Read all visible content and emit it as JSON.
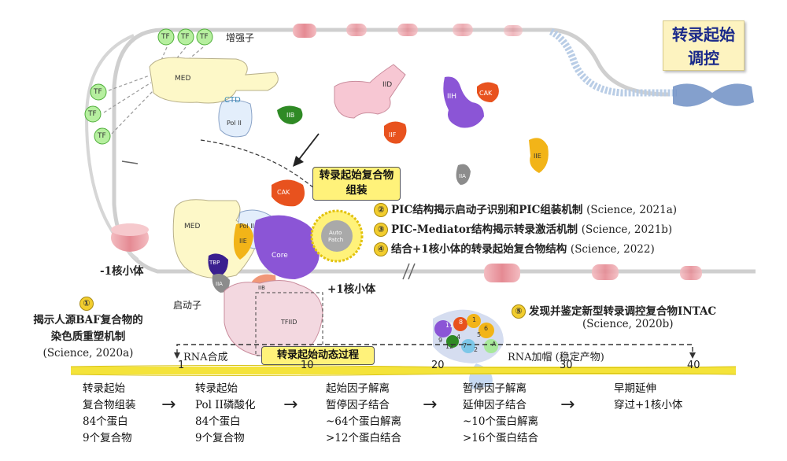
{
  "title": "转录起始\n调控",
  "enhancer_label": "增强子",
  "tf_label": "TF",
  "ctd_label": "CTD",
  "factor_labels": {
    "med": "MED",
    "pol2": "Pol II",
    "iib": "IIB",
    "iid": "IID",
    "iih": "IIH",
    "cak": "CAK",
    "iif": "IIF",
    "iie": "IIE",
    "iia": "IIA"
  },
  "assembly_label": "转录起始复合物\n组装",
  "dynamic_label": "转录起始动态过程",
  "nuc_minus": "-1核小体",
  "nuc_plus": "+1核小体",
  "promoter_label": "启动子",
  "pic_labels": {
    "med": "MED",
    "pol2": "Pol II",
    "iie": "IIE",
    "iia": "IIA",
    "tbp": "TBP",
    "iib": "IIB",
    "tfiid": "TFIID",
    "cak": "CAK",
    "core": "Core",
    "auto": "Auto",
    "patch": "Patch"
  },
  "findings": [
    {
      "num": "②",
      "text": "PIC结构揭示启动子识别和PIC组装机制",
      "cite": "(Science, 2021a)"
    },
    {
      "num": "③",
      "text": "PIC-Mediator结构揭示转录激活机制",
      "cite": "(Science, 2021b)"
    },
    {
      "num": "④",
      "text": "结合+1核小体的转录起始复合物结构",
      "cite": "(Science, 2022)"
    }
  ],
  "finding1": {
    "num": "①",
    "line1": "揭示人源BAF复合物的",
    "line2": "染色质重塑机制",
    "cite": "(Science, 2020a)"
  },
  "finding5": {
    "num": "⑤",
    "text": "发现并鉴定新型转录调控复合物INTAC",
    "cite": "(Science, 2020b)"
  },
  "axis": {
    "rna_synthesis": "RNA合成",
    "rna_capping": "RNA加帽 (稳定产物)",
    "ticks": [
      "1",
      "10",
      "20",
      "30",
      "40"
    ]
  },
  "intac_subunits": [
    "11",
    "8",
    "1",
    "6",
    "5",
    "9",
    "4",
    "12",
    "7",
    "2",
    "A"
  ],
  "steps": [
    {
      "l1": "转录起始",
      "l2": "复合物组装",
      "l3": "84个蛋白",
      "l4": "9个复合物"
    },
    {
      "l1": "转录起始",
      "l2": "Pol II磷酸化",
      "l3": "84个蛋白",
      "l4": "9个复合物"
    },
    {
      "l1": "起始因子解离",
      "l2": "暂停因子结合",
      "l3": "~64个蛋白解离",
      "l4": ">12个蛋白结合"
    },
    {
      "l1": "暂停因子解离",
      "l2": "延伸因子结合",
      "l3": "~10个蛋白解离",
      "l4": ">16个蛋白结合"
    },
    {
      "l1": "早期延伸",
      "l2": "穿过+1核小体",
      "l3": "",
      "l4": ""
    }
  ],
  "colors": {
    "med": "#fdf8c8",
    "pol2": "#e3eefb",
    "iib": "#2f8a25",
    "iid": "#f7c7d3",
    "iih": "#8b55d6",
    "cak": "#e8521e",
    "iif": "#e8521e",
    "iie": "#f2b418",
    "iia": "#8c8c8c",
    "tf": "#a7e89a",
    "nucleosome": "#e79aa2",
    "axis": "#f4e33a",
    "title_text": "#1b2a8a"
  }
}
